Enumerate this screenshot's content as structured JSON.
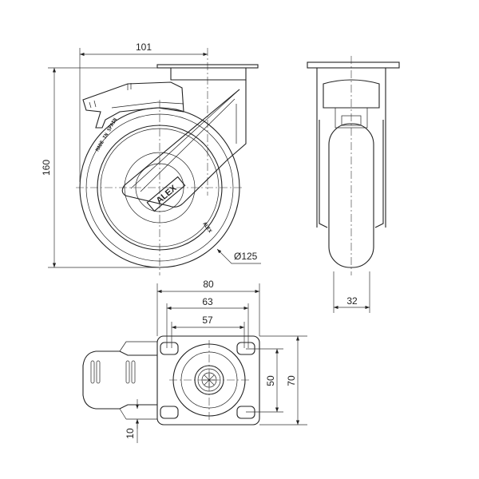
{
  "drawing": {
    "side_view": {
      "dim_offset": "101",
      "dim_height": "160",
      "dim_wheel_diameter": "Ø125",
      "wheel_marking": "MADE IN SPAIN",
      "brand_marking": "ALEX"
    },
    "front_view": {
      "dim_wheel_width": "32"
    },
    "top_view": {
      "dim_plate_width": "80",
      "dim_hole_outer": "63",
      "dim_hole_inner": "57",
      "dim_hole_spacing": "50",
      "dim_plate_height": "70",
      "dim_brake": "10"
    }
  }
}
